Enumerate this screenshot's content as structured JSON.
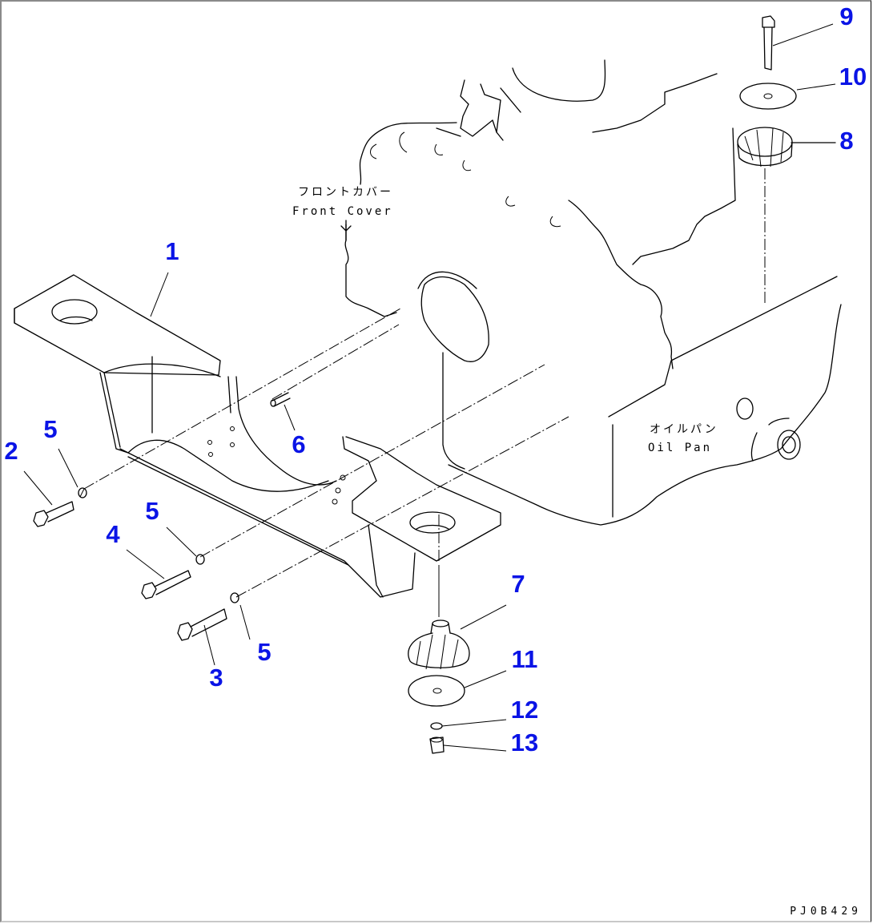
{
  "diagram": {
    "title": "Engine mount bracket exploded parts view",
    "drawing_id": "PJ0B429",
    "labels": {
      "front_cover_jp": "フロントカバー",
      "front_cover_en": "Front Cover",
      "oil_pan_jp": "オイルパン",
      "oil_pan_en": "Oil Pan"
    },
    "callout_color": "#0a14e6",
    "callouts": [
      {
        "number": "1",
        "part": "bracket"
      },
      {
        "number": "2",
        "part": "bolt"
      },
      {
        "number": "3",
        "part": "bolt"
      },
      {
        "number": "4",
        "part": "bolt"
      },
      {
        "number": "5",
        "part": "washer"
      },
      {
        "number": "5",
        "part": "washer"
      },
      {
        "number": "5",
        "part": "washer"
      },
      {
        "number": "6",
        "part": "dowel pin"
      },
      {
        "number": "7",
        "part": "lower cushion"
      },
      {
        "number": "8",
        "part": "upper cushion"
      },
      {
        "number": "9",
        "part": "bolt"
      },
      {
        "number": "10",
        "part": "plate washer"
      },
      {
        "number": "11",
        "part": "plate washer"
      },
      {
        "number": "12",
        "part": "washer"
      },
      {
        "number": "13",
        "part": "nut"
      }
    ]
  }
}
